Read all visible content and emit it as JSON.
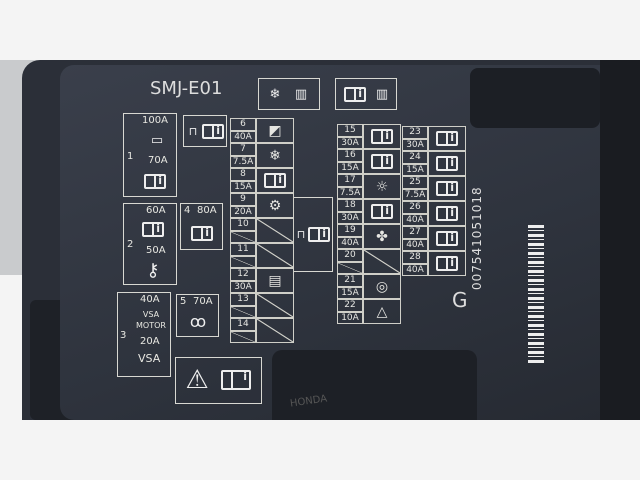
{
  "label_code": "SMJ-E01",
  "serial": "007541051018",
  "grade_letter": "G",
  "brand_embossed": "HONDA",
  "group1": {
    "number": "1",
    "top_rating": "100A",
    "bottom_rating": "70A",
    "icons": [
      "battery-icon",
      "manual-info-icon"
    ]
  },
  "group2": {
    "number": "2",
    "top_rating": "60A",
    "bottom_rating": "50A",
    "icons": [
      "manual-info-icon",
      "key-icon"
    ]
  },
  "group3": {
    "number": "3",
    "top_rating": "40A",
    "top_label": "VSA MOTOR",
    "bottom_rating": "20A",
    "bottom_label": "VSA"
  },
  "fuse4": {
    "number": "4",
    "rating": "80A"
  },
  "fuse5": {
    "number": "5",
    "rating": "70A",
    "icon": "glow-plug-icon"
  },
  "col_a": [
    {
      "number": "6",
      "rating": "40A",
      "icon": "power-window-icon"
    },
    {
      "number": "7",
      "rating": "7.5A",
      "icon": "defrost-snowflake-icon"
    },
    {
      "number": "8",
      "rating": "15A",
      "icon": "manual-info-icon"
    },
    {
      "number": "9",
      "rating": "20A",
      "icon": "check-engine-icon"
    },
    {
      "number": "10",
      "rating": "",
      "icon": ""
    },
    {
      "number": "11",
      "rating": "",
      "icon": ""
    },
    {
      "number": "12",
      "rating": "30A",
      "icon": "rear-defroster-icon"
    },
    {
      "number": "13",
      "rating": "",
      "icon": ""
    },
    {
      "number": "14",
      "rating": "",
      "icon": ""
    }
  ],
  "col_b": [
    {
      "number": "15",
      "rating": "30A",
      "icon": "manual-info-icon"
    },
    {
      "number": "16",
      "rating": "15A",
      "icon": "manual-info-icon"
    },
    {
      "number": "17",
      "rating": "7.5A",
      "icon": "interior-light-icon"
    },
    {
      "number": "18",
      "rating": "30A",
      "icon": "manual-info-icon"
    },
    {
      "number": "19",
      "rating": "40A",
      "icon": "fan-icon"
    },
    {
      "number": "20",
      "rating": "",
      "icon": ""
    },
    {
      "number": "21",
      "rating": "15A",
      "icon": "horn-brake-icon"
    },
    {
      "number": "22",
      "rating": "10A",
      "icon": "hazard-icon"
    }
  ],
  "col_c": [
    {
      "number": "23",
      "rating": "30A",
      "icon": "manual-info-icon"
    },
    {
      "number": "24",
      "rating": "15A",
      "icon": "manual-info-icon"
    },
    {
      "number": "25",
      "rating": "7.5A",
      "icon": "manual-info-icon"
    },
    {
      "number": "26",
      "rating": "40A",
      "icon": "manual-info-icon"
    },
    {
      "number": "27",
      "rating": "40A",
      "icon": "manual-info-icon"
    },
    {
      "number": "28",
      "rating": "40A",
      "icon": "manual-info-icon"
    }
  ],
  "icon_glyphs": {
    "defrost-snowflake-icon": "❄",
    "check-engine-icon": "⚙",
    "interior-light-icon": "☼",
    "fan-icon": "✤",
    "hazard-icon": "△",
    "power-window-icon": "◩",
    "rear-defroster-icon": "▤",
    "horn-brake-icon": "◎",
    "glow-plug-icon": "ꝏ",
    "battery-icon": "▭",
    "key-icon": "⚷",
    "warning-icon": "⚠"
  }
}
